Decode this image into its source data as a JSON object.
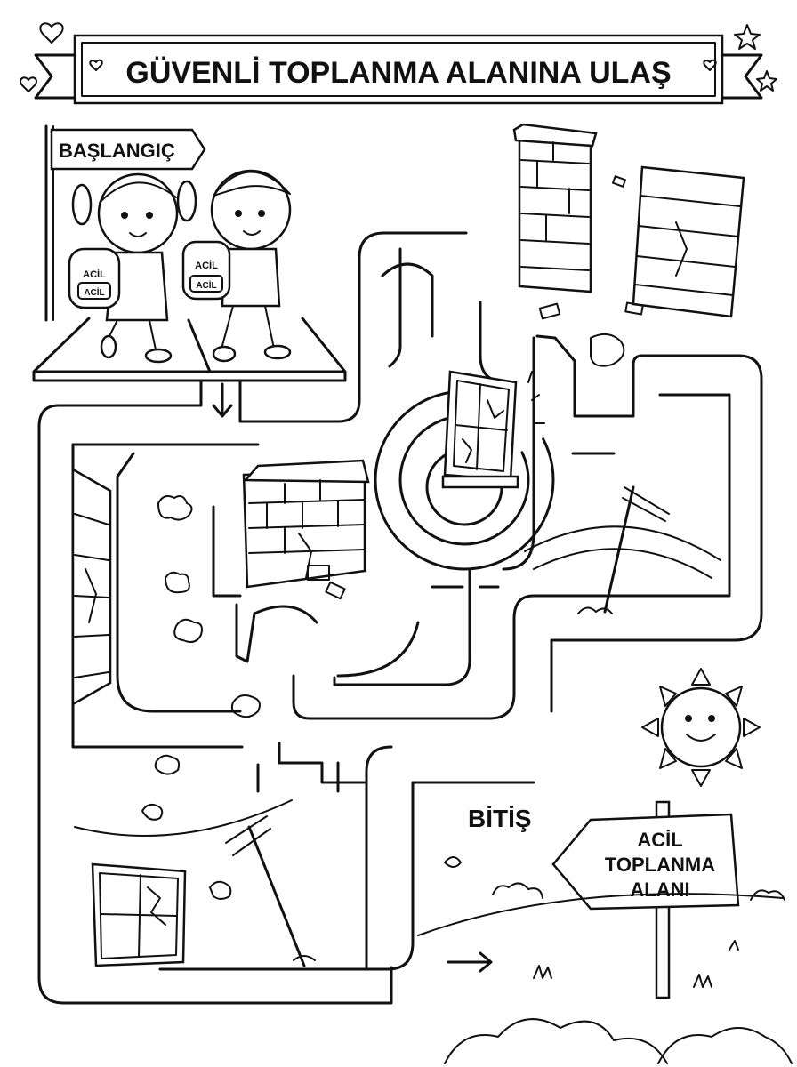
{
  "banner": {
    "title": "GÜVENLİ TOPLANMA ALANINA ULAŞ"
  },
  "start_sign": {
    "label": "BAŞLANGIÇ"
  },
  "backpacks": {
    "label_top": "ACİL",
    "label_bottom": "ACİL"
  },
  "finish": {
    "label": "BİTİŞ"
  },
  "assembly_sign": {
    "line1": "ACİL",
    "line2": "TOPLANMA",
    "line3": "ALANI"
  },
  "icons": [
    "heart-icon",
    "star-icon",
    "sun-icon",
    "arrow-down-icon",
    "arrow-right-icon"
  ],
  "colors": {
    "ink": "#111111",
    "paper": "#ffffff"
  }
}
